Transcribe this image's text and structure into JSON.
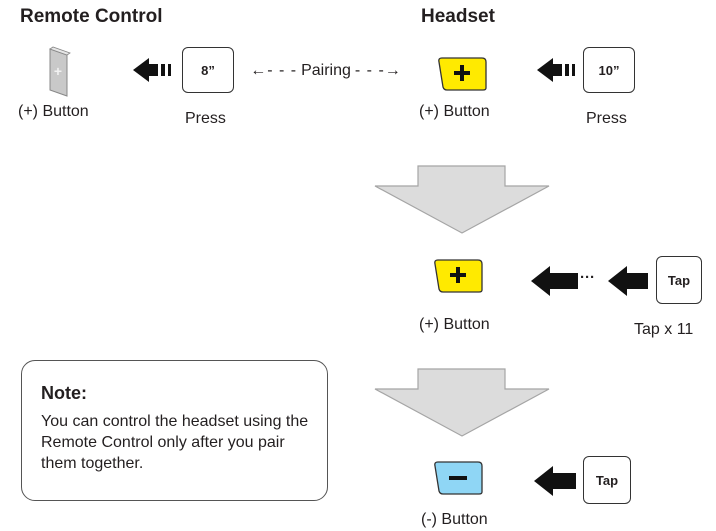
{
  "remote": {
    "title": "Remote Control",
    "button_label": "(+) Button",
    "press_key": "8”",
    "press_label": "Press"
  },
  "pairing": {
    "left": "←- - -",
    "label": "Pairing",
    "right": "- - -→"
  },
  "headset": {
    "title": "Headset",
    "plus_label": "(+) Button",
    "press_key": "10”",
    "press_label": "Press"
  },
  "step2": {
    "button_label": "(+) Button",
    "ellipsis": "···",
    "tap_key": "Tap",
    "tap_label": "Tap x 11"
  },
  "step3": {
    "button_label": "(-) Button",
    "tap_key": "Tap"
  },
  "note": {
    "title": "Note:",
    "body": "You can control the headset using the Remote Control only after you pair them together."
  },
  "colors": {
    "plus_button": "#ffea00",
    "minus_button": "#8fd6f5",
    "arrow_fill": "#dcdcdc"
  }
}
